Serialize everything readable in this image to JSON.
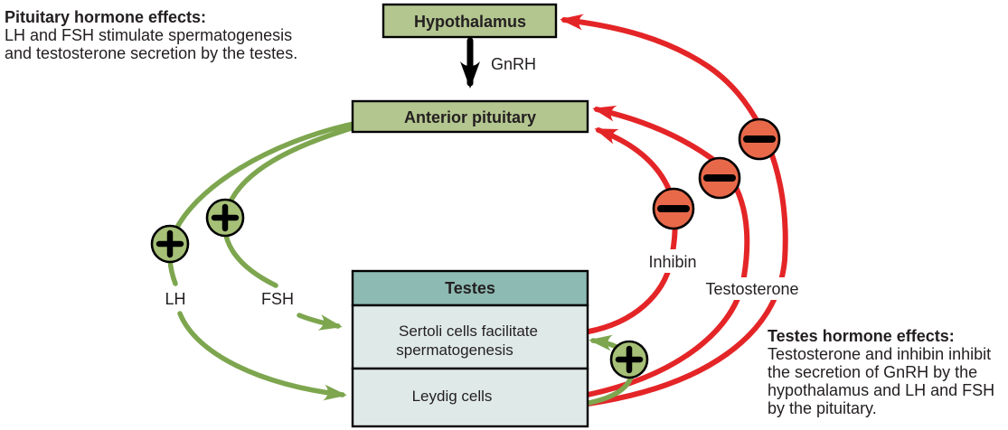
{
  "annotations": {
    "pituitary_effects": {
      "title": "Pituitary hormone effects:",
      "lines": [
        "LH and FSH stimulate spermatogenesis",
        "and testosterone secretion by the testes."
      ]
    },
    "testes_effects": {
      "title": "Testes hormone effects:",
      "lines": [
        "Testosterone and inhibin inhibit",
        "the secretion of GnRH by the",
        "hypothalamus and LH and FSH",
        "by the pituitary."
      ]
    }
  },
  "nodes": {
    "hypothalamus": "Hypothalamus",
    "anterior_pituitary": "Anterior pituitary",
    "testes": "Testes",
    "sertoli_line1": "Sertoli cells facilitate",
    "sertoli_line2": "spermatogenesis",
    "leydig": "Leydig cells"
  },
  "hormones": {
    "gnrh": "GnRH",
    "lh": "LH",
    "fsh": "FSH",
    "inhibin": "Inhibin",
    "testosterone": "Testosterone"
  },
  "icons": {
    "stimulation": "plus-circle-icon",
    "inhibition": "minus-circle-icon"
  },
  "colors": {
    "stimulation_green": "#7da64f",
    "plus_circle_fill": "#a6c077",
    "inhibition_red": "#e42527",
    "minus_circle_fill": "#e8694a",
    "node_green_fill": "#b4c690",
    "testes_header_fill": "#8dbab2",
    "testes_body_fill": "#dfe9e8",
    "gnrh_arrow_black": "#000000",
    "outline": "#000000",
    "text": "#231f20"
  }
}
